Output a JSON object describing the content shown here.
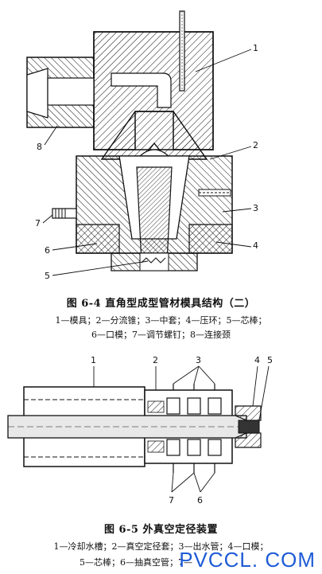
{
  "figure1": {
    "caption_title": "图 6-4   直角型成型管材模具结构（二）",
    "legend_line1": "1—模具；2—分流锥；3—中套；4—压环；5—芯棒；",
    "legend_line2": "6—口模；7—调节螺钉；8—连接颈",
    "callouts": [
      "1",
      "2",
      "3",
      "4",
      "5",
      "6",
      "7",
      "8"
    ]
  },
  "figure2": {
    "caption_title": "图 6-5   外真空定径装置",
    "legend_line1": "1—冷却水槽；2—真空定径套；3—出水管；4—口模；",
    "legend_line2": "5—芯棒；6—抽真空管；7—",
    "callouts": [
      "1",
      "2",
      "3",
      "4",
      "5",
      "6",
      "7"
    ]
  },
  "watermark": "PVCCL. COM",
  "colors": {
    "ink": "#111111",
    "paper": "#ffffff",
    "watermark": "#1e5bd6"
  }
}
